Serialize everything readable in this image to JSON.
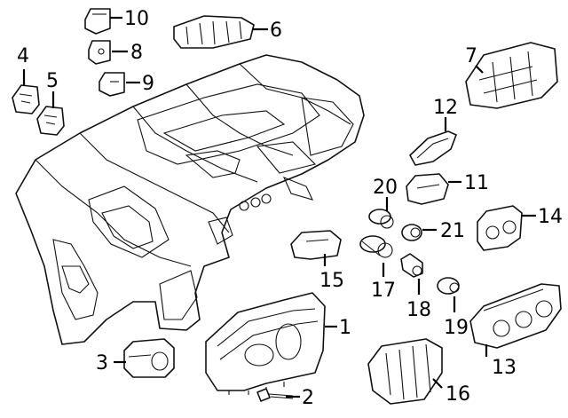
{
  "diagram": {
    "callouts": [
      {
        "id": "1",
        "label": "1"
      },
      {
        "id": "2",
        "label": "2"
      },
      {
        "id": "3",
        "label": "3"
      },
      {
        "id": "4",
        "label": "4"
      },
      {
        "id": "5",
        "label": "5"
      },
      {
        "id": "6",
        "label": "6"
      },
      {
        "id": "7",
        "label": "7"
      },
      {
        "id": "8",
        "label": "8"
      },
      {
        "id": "9",
        "label": "9"
      },
      {
        "id": "10",
        "label": "10"
      },
      {
        "id": "11",
        "label": "11"
      },
      {
        "id": "12",
        "label": "12"
      },
      {
        "id": "13",
        "label": "13"
      },
      {
        "id": "14",
        "label": "14"
      },
      {
        "id": "15",
        "label": "15"
      },
      {
        "id": "16",
        "label": "16"
      },
      {
        "id": "17",
        "label": "17"
      },
      {
        "id": "18",
        "label": "18"
      },
      {
        "id": "19",
        "label": "19"
      },
      {
        "id": "20",
        "label": "20"
      },
      {
        "id": "21",
        "label": "21"
      }
    ],
    "colors": {
      "line": "#000000",
      "background": "#ffffff",
      "fill": "#ffffff"
    }
  }
}
